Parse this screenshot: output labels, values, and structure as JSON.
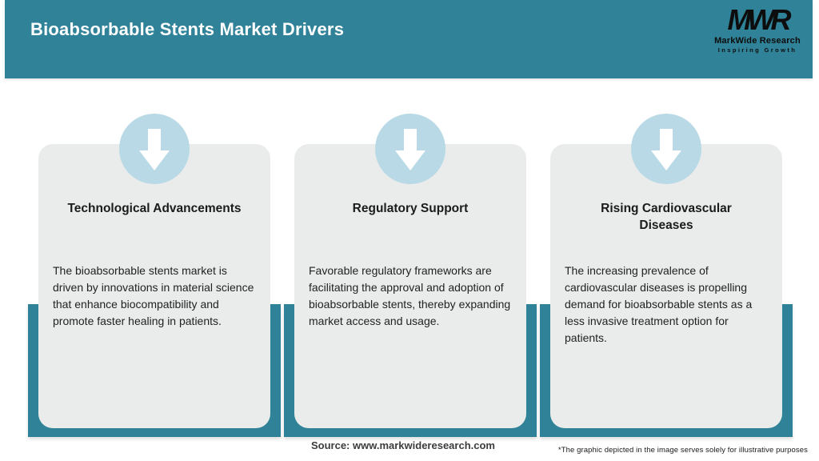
{
  "header": {
    "title": "Bioabsorbable Stents Market Drivers",
    "logo": {
      "acronym": "MWR",
      "name": "MarkWide Research",
      "tagline": "Inspiring Growth"
    }
  },
  "cards": [
    {
      "icon": "down-arrow-icon",
      "title": "Technological Advancements",
      "body": "The bioabsorbable stents market is\ndriven by innovations in material science\nthat enhance biocompatibility and\npromote faster healing in patients."
    },
    {
      "icon": "down-arrow-icon",
      "title": "Regulatory Support",
      "body": "Favorable regulatory frameworks are\nfacilitating the approval and adoption of\nbioabsorbable stents, thereby expanding\nmarket access and usage."
    },
    {
      "icon": "down-arrow-icon",
      "title": "Rising Cardiovascular\nDiseases",
      "body": "The increasing prevalence of\ncardiovascular diseases is propelling\ndemand for bioabsorbable stents as a\nless invasive treatment option for\npatients."
    }
  ],
  "footer": {
    "source": "Source: www.markwideresearch.com",
    "disclaimer": "*The graphic depicted in the image serves solely for illustrative purposes"
  },
  "colors": {
    "teal": "#2f8298",
    "circle_blue": "#b9d9e6",
    "card_background": "#e9eceb"
  }
}
